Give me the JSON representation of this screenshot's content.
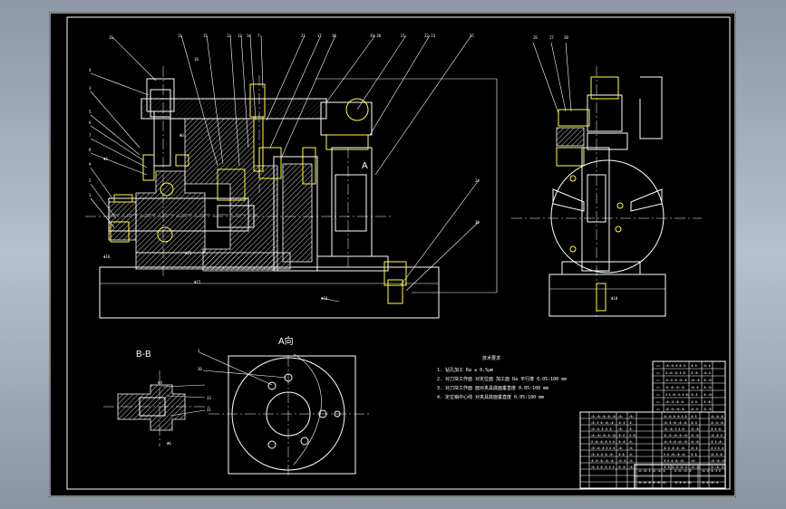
{
  "drawing": {
    "view_a_title": "A向",
    "section_bb_title": "B-B",
    "view_arrow_label": "A",
    "notes_title": "技术要求",
    "notes": [
      "1. 钻孔加工 Ra ≤ 0.5μm",
      "2. 对刀块工作面 对定位面 加工面 Ra 平行度 0.05:100 mm",
      "3. 对刀块工作面 面对夹具底面垂直度 0.05:100 mm",
      "4. 定位销中心线 对夹具底面垂直度 0.05:100 mm"
    ]
  },
  "colors": {
    "sheet": "#000000",
    "lines": "#ffffff",
    "highlight": "#ffff3a",
    "desktop": "#9aa3b0"
  }
}
